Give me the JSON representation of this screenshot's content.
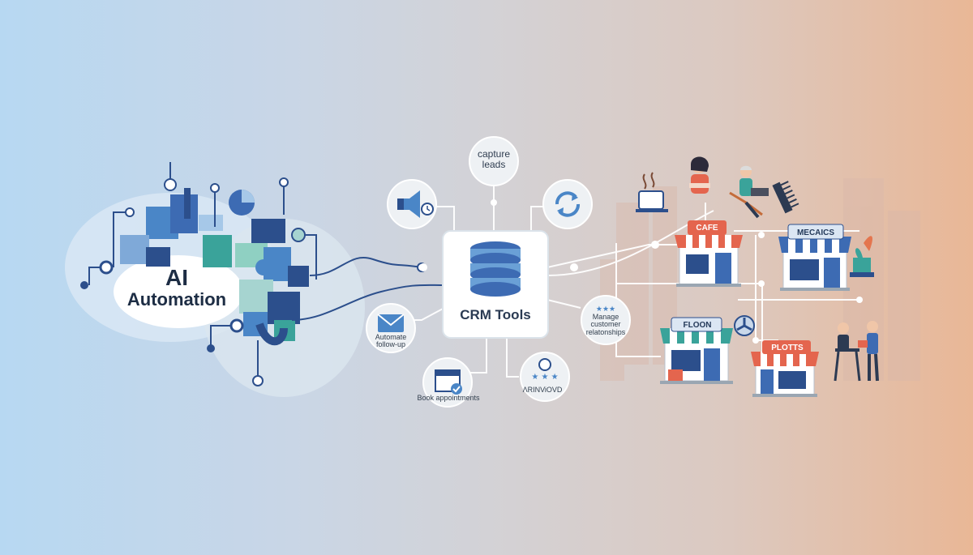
{
  "ai": {
    "title": "AI",
    "subtitle": "Automation"
  },
  "crm": {
    "label": "CRM Tools"
  },
  "features": {
    "capture_leads": "capture leads",
    "automate_followup": "Automate follow-up",
    "book_appointments": "Book appointments",
    "reviews": "ɅRINViOVD",
    "manage_relationships": "Manage customer relatonships"
  },
  "shops": {
    "cafe": "CAFE",
    "mechanics": "MECAICS",
    "floon": "FLOON",
    "plots": "PLOTTS"
  },
  "colors": {
    "navy": "#2c4f8c",
    "blue": "#4a86c7",
    "teal": "#3aa39a",
    "cafe_red": "#e4654e",
    "mech_blue": "#3d6bb3"
  }
}
